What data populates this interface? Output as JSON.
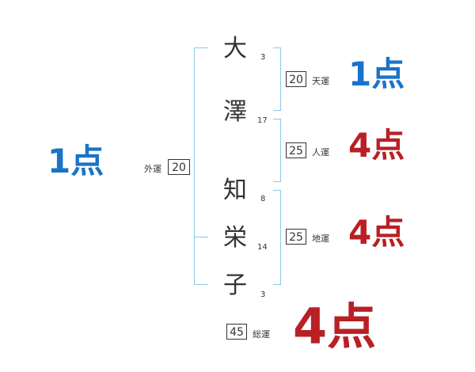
{
  "name_chars": [
    {
      "char": "大",
      "strokes": "3"
    },
    {
      "char": "澤",
      "strokes": "17"
    },
    {
      "char": "知",
      "strokes": "8"
    },
    {
      "char": "栄",
      "strokes": "14"
    },
    {
      "char": "子",
      "strokes": "3"
    }
  ],
  "fortunes": {
    "tenun": {
      "label": "天運",
      "value": "20",
      "score": "1点"
    },
    "jinun": {
      "label": "人運",
      "value": "25",
      "score": "4点"
    },
    "chiun": {
      "label": "地運",
      "value": "25",
      "score": "4点"
    },
    "gaiun": {
      "label": "外運",
      "value": "20",
      "score": "1点"
    },
    "souun": {
      "label": "総運",
      "value": "45",
      "score": "4点"
    }
  },
  "colors": {
    "bracket": "#8cc7ea",
    "score_blue": "#1a73c8",
    "score_red": "#b82025",
    "text": "#333333"
  }
}
